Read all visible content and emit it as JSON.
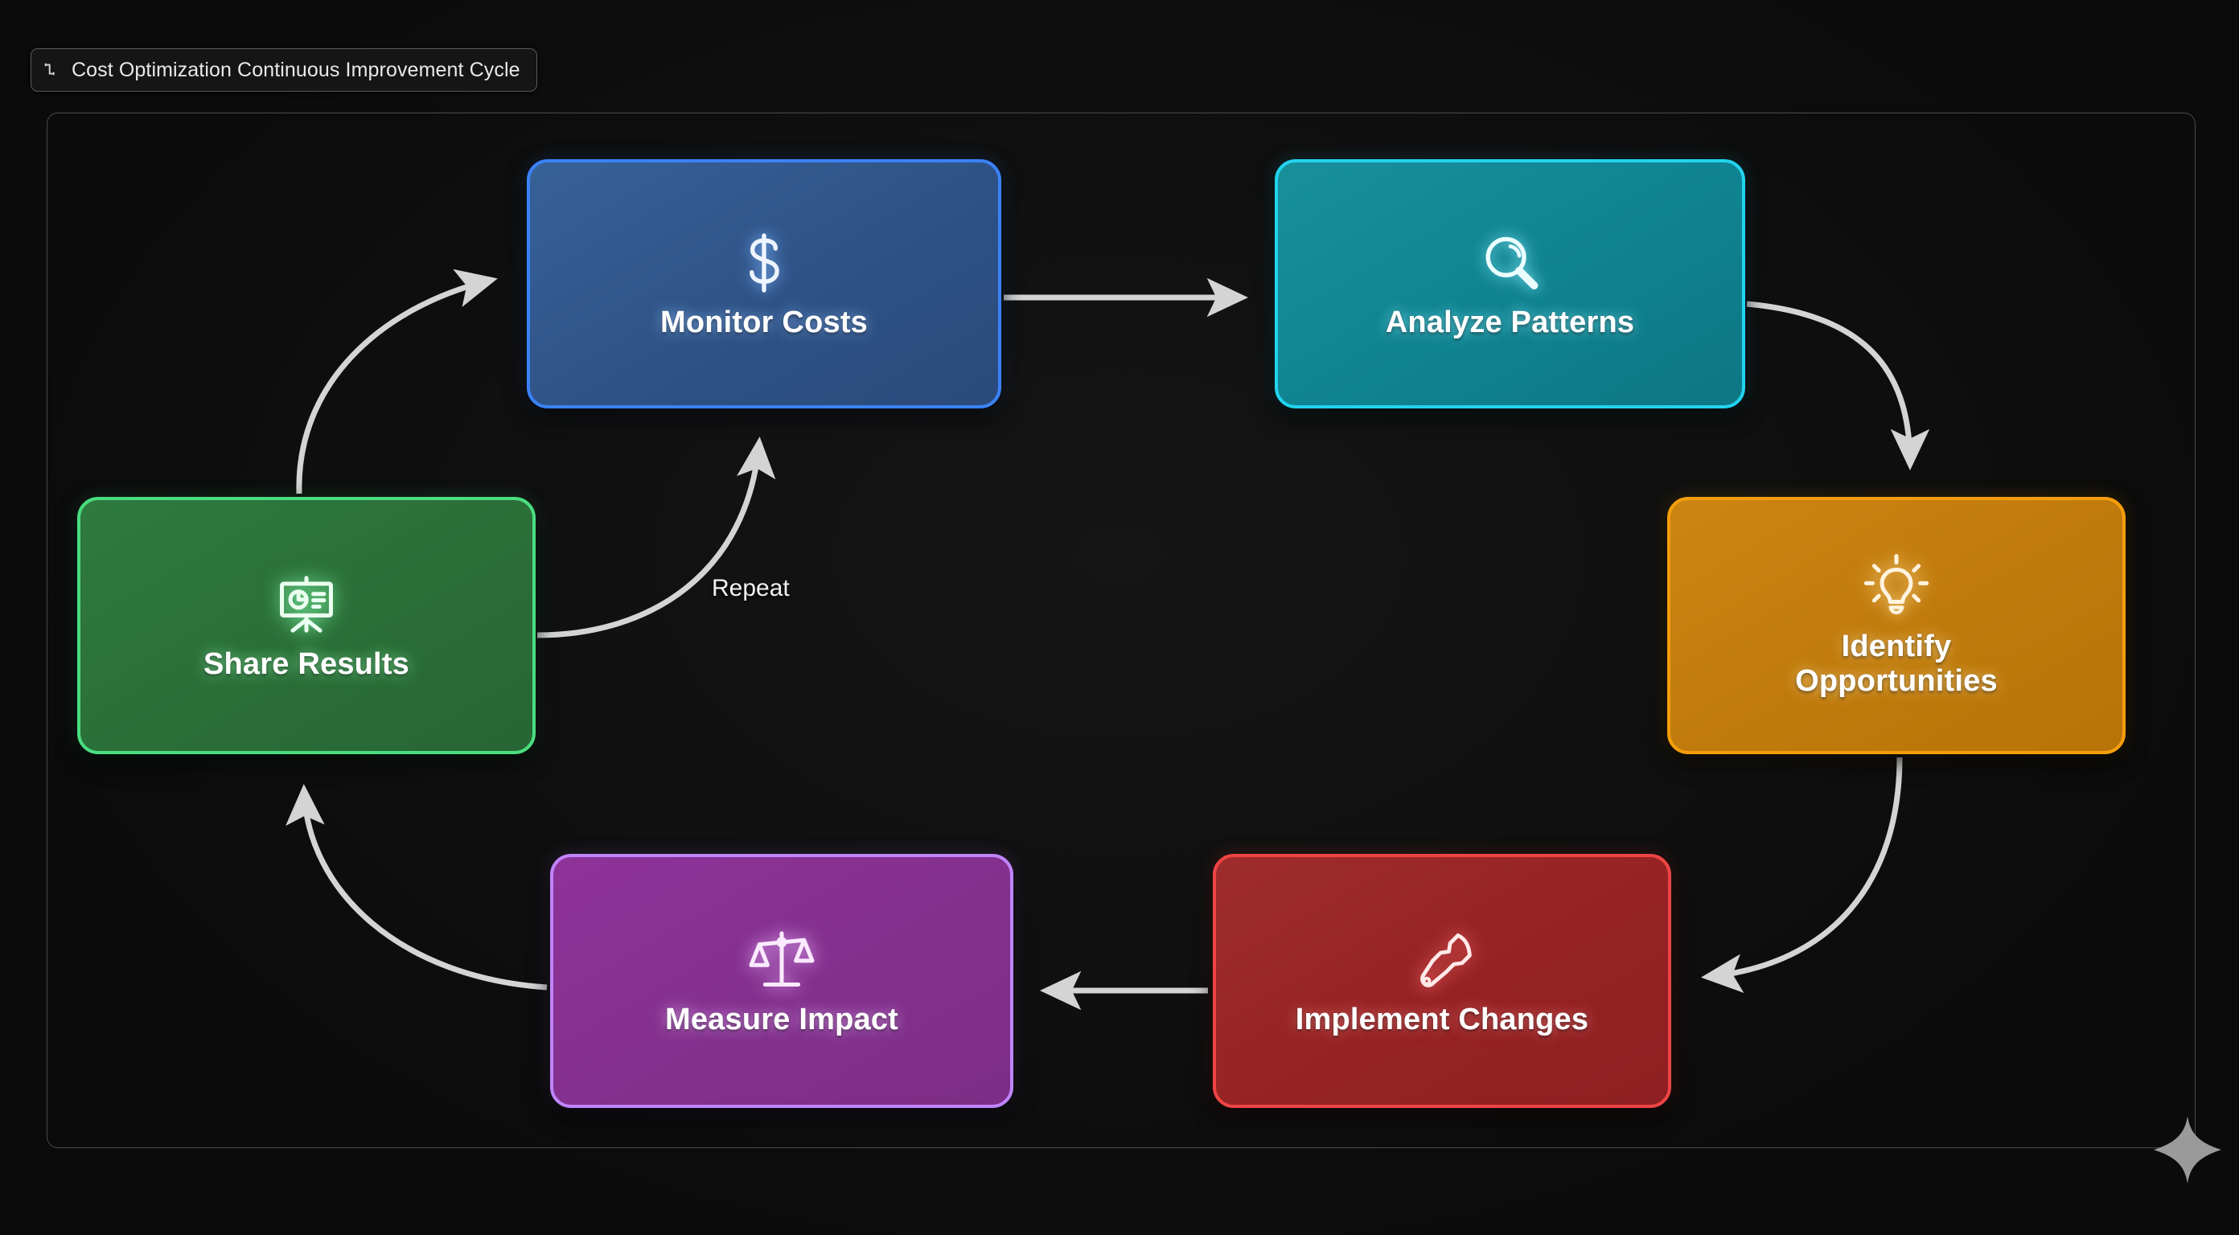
{
  "title_chip": {
    "icon": "corner-bracket-icon",
    "text": "Cost Optimization Continuous Improvement Cycle"
  },
  "canvas": {
    "background_color": "#0c0c0c",
    "border_color": "#4a4a4a",
    "decoration": "sparkle-four-point-star",
    "decoration_color": "#9a9a9a"
  },
  "diagram": {
    "type": "cycle-flowchart",
    "node_count": 6,
    "edge_count": 6,
    "nodes": [
      {
        "id": "monitor-costs",
        "label": "Monitor Costs",
        "icon": "dollar-sign-icon",
        "fill": "#2e5286",
        "border": "#3b82f6"
      },
      {
        "id": "analyze-patterns",
        "label": "Analyze Patterns",
        "icon": "magnifying-glass-icon",
        "fill": "#0f8391",
        "border": "#22d3ee"
      },
      {
        "id": "identify-opportunities",
        "label": "Identify Opportunities",
        "label_line1": "Identify",
        "label_line2": "Opportunities",
        "icon": "lightbulb-icon",
        "fill": "#c07a0c",
        "border": "#f59e0b"
      },
      {
        "id": "implement-changes",
        "label": "Implement Changes",
        "icon": "wrench-icon",
        "fill": "#962224",
        "border": "#ef4444"
      },
      {
        "id": "measure-impact",
        "label": "Measure Impact",
        "icon": "balance-scale-icon",
        "fill": "#83308d",
        "border": "#c084fc"
      },
      {
        "id": "share-results",
        "label": "Share Results",
        "icon": "presentation-chart-icon",
        "fill": "#2a6e38",
        "border": "#4ade80"
      }
    ],
    "edges": [
      {
        "from": "monitor-costs",
        "to": "analyze-patterns",
        "label": "",
        "style": "straight"
      },
      {
        "from": "analyze-patterns",
        "to": "identify-opportunities",
        "label": "",
        "style": "curved"
      },
      {
        "from": "identify-opportunities",
        "to": "implement-changes",
        "label": "",
        "style": "curved"
      },
      {
        "from": "implement-changes",
        "to": "measure-impact",
        "label": "",
        "style": "straight"
      },
      {
        "from": "measure-impact",
        "to": "share-results",
        "label": "",
        "style": "curved"
      },
      {
        "from": "share-results",
        "to": "monitor-costs",
        "label": "",
        "style": "curved"
      },
      {
        "from": "share-results",
        "to": "monitor-costs",
        "label": "Repeat",
        "style": "curved"
      }
    ],
    "edge_color": "#d4d4d4"
  }
}
